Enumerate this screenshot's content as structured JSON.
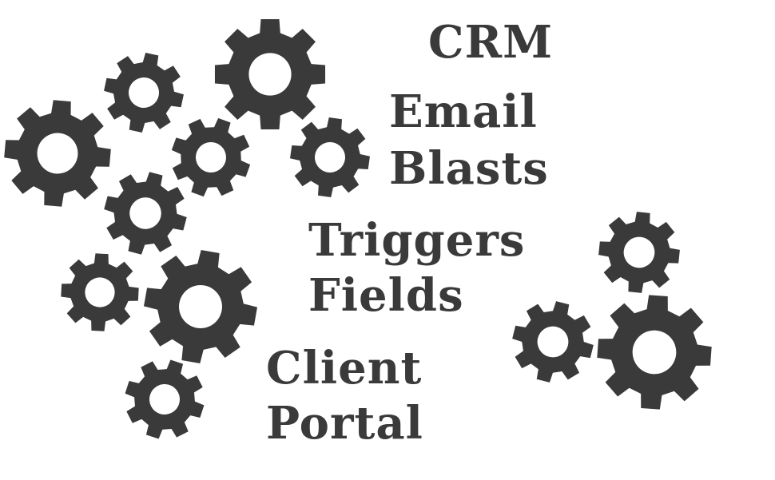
{
  "colors": {
    "ink": "#3a3a3a",
    "background": "#ffffff"
  },
  "icon": "gear-icon",
  "labels": {
    "crm": "CRM",
    "email": "Email",
    "blasts": "Blasts",
    "triggers": "Triggers",
    "fields": "Fields",
    "client": "Client",
    "portal": "Portal"
  }
}
